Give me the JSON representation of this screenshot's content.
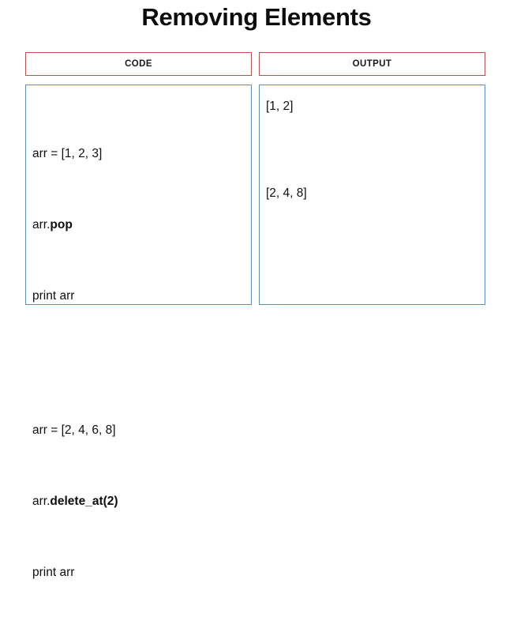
{
  "slide": {
    "title": "Removing Elements"
  },
  "columns": {
    "code_header": "CODE",
    "output_header": "OUTPUT"
  },
  "code_panel": {
    "blocks": [
      {
        "lines": [
          {
            "plain": "arr = [1, 2, 3]",
            "bold": ""
          },
          {
            "plain": "arr.",
            "bold": "pop"
          },
          {
            "plain": "print arr",
            "bold": ""
          }
        ]
      },
      {
        "lines": [
          {
            "plain": "arr = [2, 4, 6, 8]",
            "bold": ""
          },
          {
            "plain": "arr.",
            "bold": "delete_at(2)"
          },
          {
            "plain": "print arr",
            "bold": ""
          }
        ]
      }
    ]
  },
  "output_panel": {
    "results": [
      "[1, 2]",
      "[2, 4, 8]"
    ]
  },
  "colors": {
    "header_border": "#b4564f",
    "panel_border": "#5b8fc2",
    "title_text": "#0d0d0d",
    "body_text": "#0f0f0f",
    "background": "#ffffff"
  }
}
